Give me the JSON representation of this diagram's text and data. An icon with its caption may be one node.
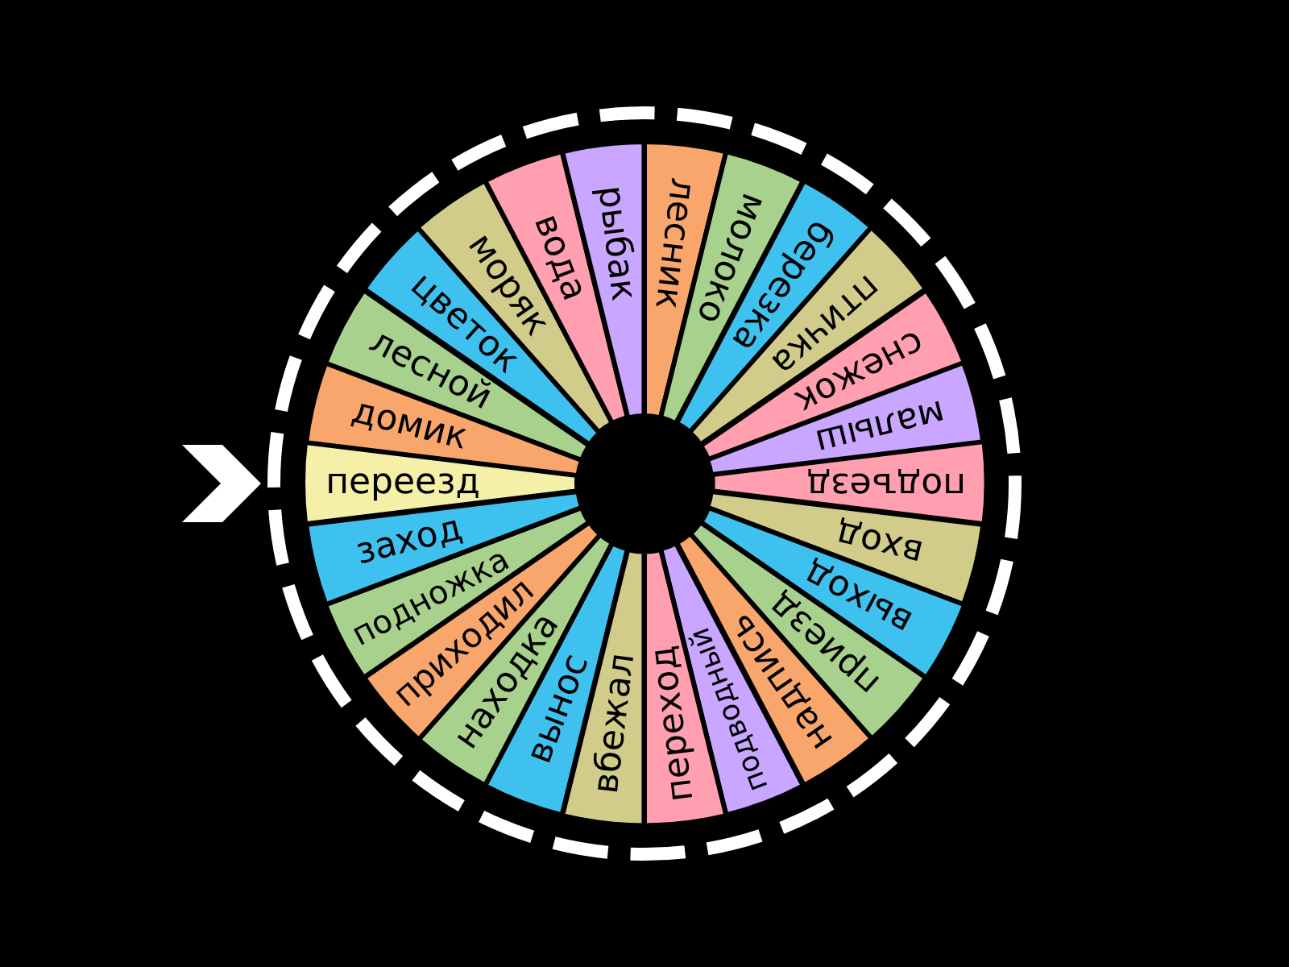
{
  "diagram": {
    "nodes": [
      {
        "text": [
          "лесник"
        ]
      },
      {
        "text": [
          "молоко"
        ]
      },
      {
        "text": [
          "березка"
        ]
      },
      {
        "text": [
          "птичка"
        ]
      },
      {
        "text": [
          "снежок"
        ]
      },
      {
        "text": [
          "малыш"
        ]
      },
      {
        "text": [
          "подъезд"
        ]
      },
      {
        "text": [
          "вход"
        ]
      },
      {
        "text": [
          "выход"
        ]
      },
      {
        "text": [
          "приезд"
        ]
      },
      {
        "text": [
          "надпись"
        ]
      },
      {
        "text": [
          "подводный"
        ]
      },
      {
        "text": [
          "переход"
        ]
      },
      {
        "text": [
          "вбежал"
        ]
      },
      {
        "text": [
          "вынос"
        ]
      },
      {
        "text": [
          "находка"
        ]
      },
      {
        "text": [
          "приходил"
        ]
      },
      {
        "text": [
          "подножка"
        ]
      },
      {
        "text": [
          "заход"
        ]
      },
      {
        "text": [
          "переезд"
        ]
      },
      {
        "text": [
          "домик"
        ]
      },
      {
        "text": [
          "лесной"
        ]
      },
      {
        "text": [
          "цветок"
        ]
      },
      {
        "text": [
          "моряк"
        ]
      },
      {
        "text": [
          "вода"
        ]
      },
      {
        "text": [
          "рыбак"
        ]
      }
    ]
  }
}
